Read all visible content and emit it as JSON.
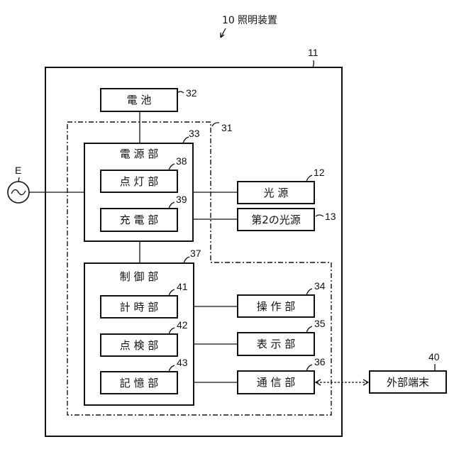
{
  "figure": {
    "title_number": "10",
    "title_text": "照明装置",
    "housing_ref": "11",
    "control_area_ref": "31",
    "ac_source_label": "E"
  },
  "blocks": {
    "battery": {
      "label": "電 池",
      "ref": "32"
    },
    "power_unit": {
      "label": "電 源 部",
      "ref": "33"
    },
    "lighting_unit": {
      "label": "点 灯 部",
      "ref": "38"
    },
    "charging_unit": {
      "label": "充 電 部",
      "ref": "39"
    },
    "light_source": {
      "label": "光 源",
      "ref": "12"
    },
    "second_light_source": {
      "label": "第2の光源",
      "ref": "13"
    },
    "control_unit": {
      "label": "制 御 部",
      "ref": "37"
    },
    "timer_unit": {
      "label": "計 時 部",
      "ref": "41"
    },
    "inspection_unit": {
      "label": "点 検 部",
      "ref": "42"
    },
    "storage_unit": {
      "label": "記 憶 部",
      "ref": "43"
    },
    "operation_unit": {
      "label": "操 作 部",
      "ref": "34"
    },
    "display_unit": {
      "label": "表 示 部",
      "ref": "35"
    },
    "communication_unit": {
      "label": "通 信 部",
      "ref": "36"
    },
    "external_terminal": {
      "label": "外部端末",
      "ref": "40"
    }
  }
}
